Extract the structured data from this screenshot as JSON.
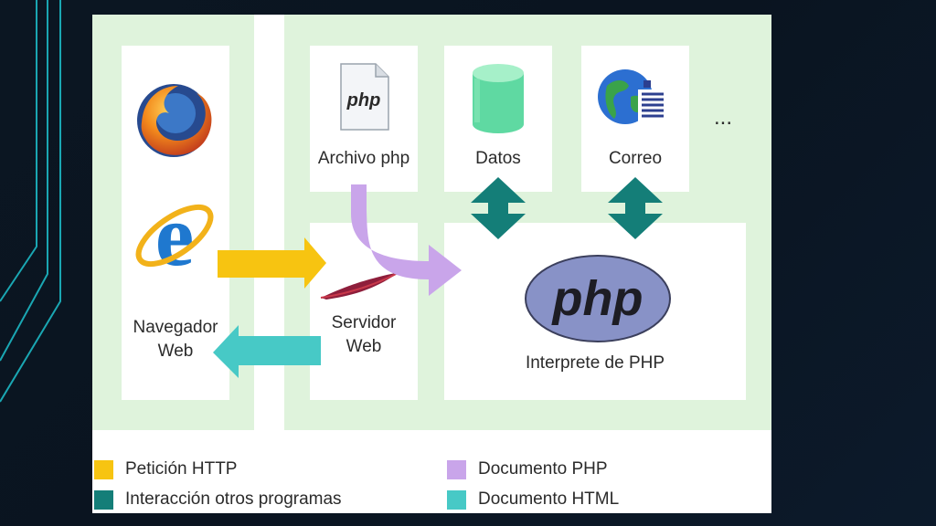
{
  "diagram": {
    "nodes": {
      "browser": "Navegador\nWeb",
      "server": "Servidor\nWeb",
      "php_file": "Archivo php",
      "data": "Datos",
      "mail": "Correo",
      "interpreter": "Interprete de PHP",
      "more": "..."
    },
    "logos": {
      "php_file_text": "php",
      "php_logo_text": "php"
    }
  },
  "legend": [
    {
      "label": "Petición HTTP",
      "color": "#f7c411"
    },
    {
      "label": "Interacción otros programas",
      "color": "#147e78"
    },
    {
      "label": "Documento PHP",
      "color": "#c9a5ea"
    },
    {
      "label": "Documento HTML",
      "color": "#47c9c6"
    }
  ],
  "colors": {
    "background": "#0b1622",
    "accent_lines": "#1aa7b3",
    "panel_green": "#dff3dc",
    "http_request": "#f7c411",
    "other_programs": "#147e78",
    "php_document": "#c9a5ea",
    "html_document": "#47c9c6",
    "php_logo": "#8892c7"
  },
  "icons": [
    "firefox-icon",
    "internet-explorer-icon",
    "php-file-icon",
    "database-icon",
    "globe-mail-icon",
    "apache-feather-icon",
    "php-logo"
  ]
}
